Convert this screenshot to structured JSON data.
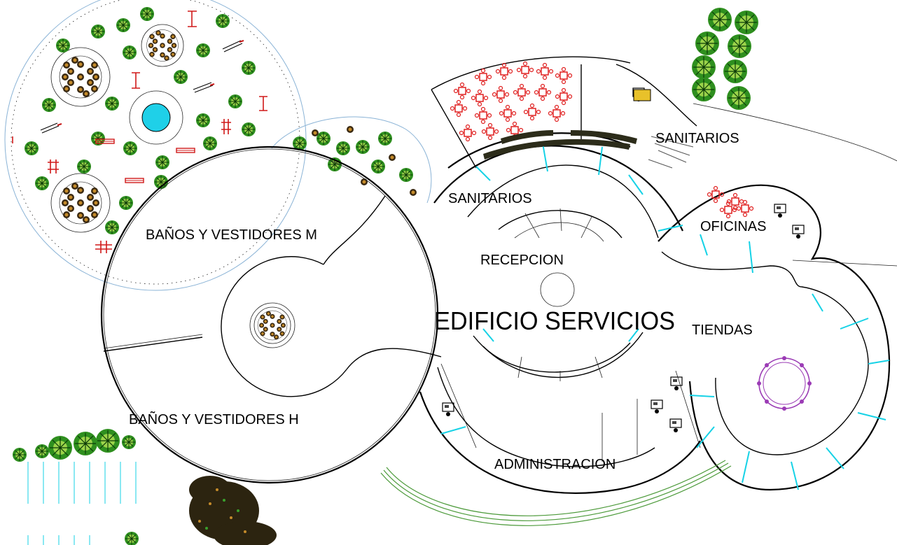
{
  "plan": {
    "title": "EDIFICIO SERVICIOS",
    "rooms": {
      "banos_m": "BAÑOS Y VESTIDORES M",
      "banos_h": "BAÑOS Y VESTIDORES H",
      "sanitarios_left": "SANITARIOS",
      "sanitarios_right": "SANITARIOS",
      "recepcion": "RECEPCION",
      "oficinas": "OFICINAS",
      "tiendas": "TIENDAS",
      "administracion": "ADMINISTRACION"
    }
  },
  "colors": {
    "tree_green": "#2f8f1f",
    "tree_light": "#9bd34a",
    "water": "#1fd0e8",
    "cyan_lines": "#16d2e6",
    "furniture_red": "#e02020",
    "kiosk_purple": "#9b3bb5",
    "outline_blue": "#8ab3d6"
  },
  "icons": [
    "tree-icon",
    "shrub-cluster-icon",
    "fountain-icon",
    "bench-icon",
    "table-set-icon",
    "desk-icon"
  ]
}
